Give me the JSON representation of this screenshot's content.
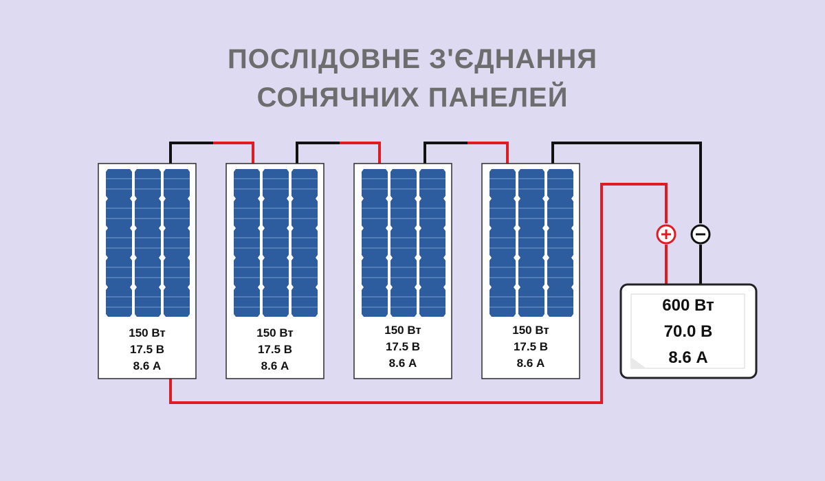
{
  "title": {
    "line1": "ПОСЛІДОВНЕ З'ЄДНАННЯ",
    "line2": "СОНЯЧНИХ ПАНЕЛЕЙ"
  },
  "panels": [
    {
      "power": "150 Вт",
      "voltage": "17.5 В",
      "current": "8.6 А"
    },
    {
      "power": "150 Вт",
      "voltage": "17.5 В",
      "current": "8.6 А"
    },
    {
      "power": "150 Вт",
      "voltage": "17.5 В",
      "current": "8.6 А"
    },
    {
      "power": "150 Вт",
      "voltage": "17.5 В",
      "current": "8.6 А"
    }
  ],
  "load": {
    "power": "600 Вт",
    "voltage": "70.0 В",
    "current": "8.6 А"
  },
  "terminals": {
    "positive_icon": "plus-circle-icon",
    "negative_icon": "minus-circle-icon"
  },
  "colors": {
    "background": "#dedaf2",
    "title": "#6d6d6d",
    "cell": "#2d5c9f",
    "cell_dark": "#1d4a86",
    "wire_positive": "#e11b22",
    "wire_negative": "#111111"
  }
}
